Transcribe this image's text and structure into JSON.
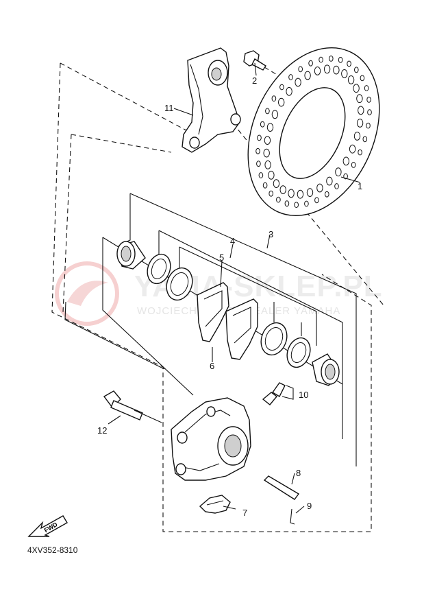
{
  "diagram": {
    "callouts": [
      {
        "id": "1",
        "label": "1"
      },
      {
        "id": "2",
        "label": "2"
      },
      {
        "id": "3",
        "label": "3"
      },
      {
        "id": "4",
        "label": "4"
      },
      {
        "id": "5",
        "label": "5"
      },
      {
        "id": "6",
        "label": "6"
      },
      {
        "id": "7",
        "label": "7"
      },
      {
        "id": "8",
        "label": "8"
      },
      {
        "id": "9",
        "label": "9"
      },
      {
        "id": "10",
        "label": "10"
      },
      {
        "id": "11",
        "label": "11"
      },
      {
        "id": "12",
        "label": "12"
      }
    ],
    "watermark": {
      "main": "YAMA-SKLEP.PL",
      "sub": "WOJCIECHOWICZ | DEALER YAMAHA"
    },
    "fwd_label": "FWD",
    "diagram_code": "4XV352-8310"
  }
}
